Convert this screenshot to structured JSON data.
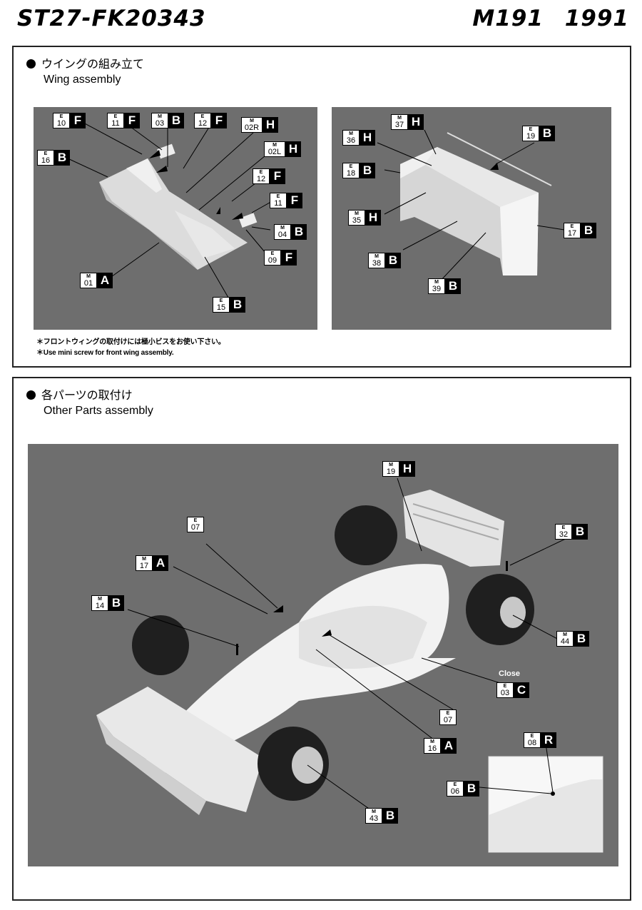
{
  "header": {
    "left": "ST27-FK20343",
    "right": "M191  1991"
  },
  "section1": {
    "title_jp": "ウイングの組み立て",
    "title_en": "Wing assembly",
    "note_jp": "＊フロントウィングの取付けには極小ビスをお使い下さい。",
    "note_en": "＊Use mini screw for front wing assembly.",
    "tags": [
      {
        "id": "t1",
        "s": "E",
        "n": "10",
        "l": "F"
      },
      {
        "id": "t2",
        "s": "E",
        "n": "11",
        "l": "F"
      },
      {
        "id": "t3",
        "s": "M",
        "n": "03",
        "l": "B"
      },
      {
        "id": "t4",
        "s": "E",
        "n": "12",
        "l": "F"
      },
      {
        "id": "t5",
        "s": "M",
        "n": "02R",
        "l": "H"
      },
      {
        "id": "t6",
        "s": "E",
        "n": "16",
        "l": "B"
      },
      {
        "id": "t7",
        "s": "M",
        "n": "02L",
        "l": "H"
      },
      {
        "id": "t8",
        "s": "E",
        "n": "12",
        "l": "F"
      },
      {
        "id": "t9",
        "s": "E",
        "n": "11",
        "l": "F"
      },
      {
        "id": "t10",
        "s": "M",
        "n": "04",
        "l": "B"
      },
      {
        "id": "t11",
        "s": "E",
        "n": "09",
        "l": "F"
      },
      {
        "id": "t12",
        "s": "M",
        "n": "01",
        "l": "A"
      },
      {
        "id": "t13",
        "s": "E",
        "n": "15",
        "l": "B"
      },
      {
        "id": "t14",
        "s": "M",
        "n": "37",
        "l": "H"
      },
      {
        "id": "t15",
        "s": "E",
        "n": "19",
        "l": "B"
      },
      {
        "id": "t16",
        "s": "M",
        "n": "36",
        "l": "H"
      },
      {
        "id": "t17",
        "s": "E",
        "n": "18",
        "l": "B"
      },
      {
        "id": "t18",
        "s": "M",
        "n": "35",
        "l": "H"
      },
      {
        "id": "t19",
        "s": "E",
        "n": "17",
        "l": "B"
      },
      {
        "id": "t20",
        "s": "M",
        "n": "38",
        "l": "B"
      },
      {
        "id": "t21",
        "s": "M",
        "n": "39",
        "l": "B"
      }
    ]
  },
  "section2": {
    "title_jp": "各パーツの取付け",
    "title_en": "Other Parts assembly",
    "close_label": "Close",
    "tags": [
      {
        "id": "u1",
        "s": "M",
        "n": "19",
        "l": "H"
      },
      {
        "id": "u2",
        "s": "E",
        "n": "07",
        "l": ""
      },
      {
        "id": "u3",
        "s": "E",
        "n": "32",
        "l": "B"
      },
      {
        "id": "u4",
        "s": "M",
        "n": "17",
        "l": "A"
      },
      {
        "id": "u5",
        "s": "M",
        "n": "14",
        "l": "B"
      },
      {
        "id": "u6",
        "s": "M",
        "n": "44",
        "l": "B"
      },
      {
        "id": "u7",
        "s": "E",
        "n": "03",
        "l": "C"
      },
      {
        "id": "u8",
        "s": "E",
        "n": "07",
        "l": ""
      },
      {
        "id": "u9",
        "s": "M",
        "n": "16",
        "l": "A"
      },
      {
        "id": "u10",
        "s": "E",
        "n": "08",
        "l": "R"
      },
      {
        "id": "u11",
        "s": "E",
        "n": "06",
        "l": "B"
      },
      {
        "id": "u12",
        "s": "M",
        "n": "43",
        "l": "B"
      }
    ]
  }
}
